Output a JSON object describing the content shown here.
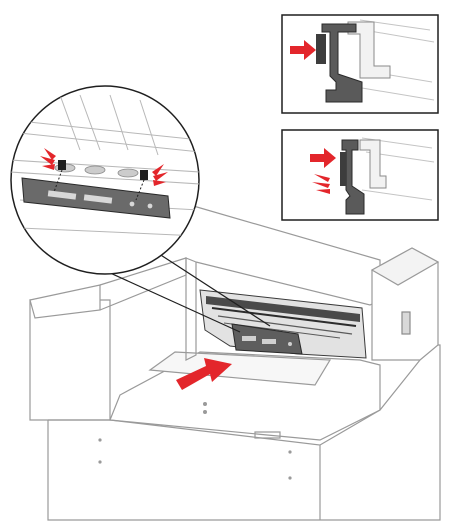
{
  "diagram": {
    "colors": {
      "outline": "#1f1f1f",
      "line_gray": "#9a9a9a",
      "part_dark": "#5a5a5a",
      "part_mid": "#8a8a8a",
      "part_light": "#d9d9d9",
      "arrow_red": "#e3262b",
      "background": "#ffffff"
    },
    "panels": [
      {
        "name": "detail-panel-top",
        "icon": "alignment-guide-closeup"
      },
      {
        "name": "detail-panel-bottom",
        "icon": "alignment-guide-rotation-closeup"
      }
    ],
    "callout": {
      "icon": "magnifier-circle",
      "content": "alignment-guide-with-two-tabs"
    },
    "main": {
      "icon": "finisher-unit-open",
      "action": "insert-alignment-guide"
    }
  }
}
